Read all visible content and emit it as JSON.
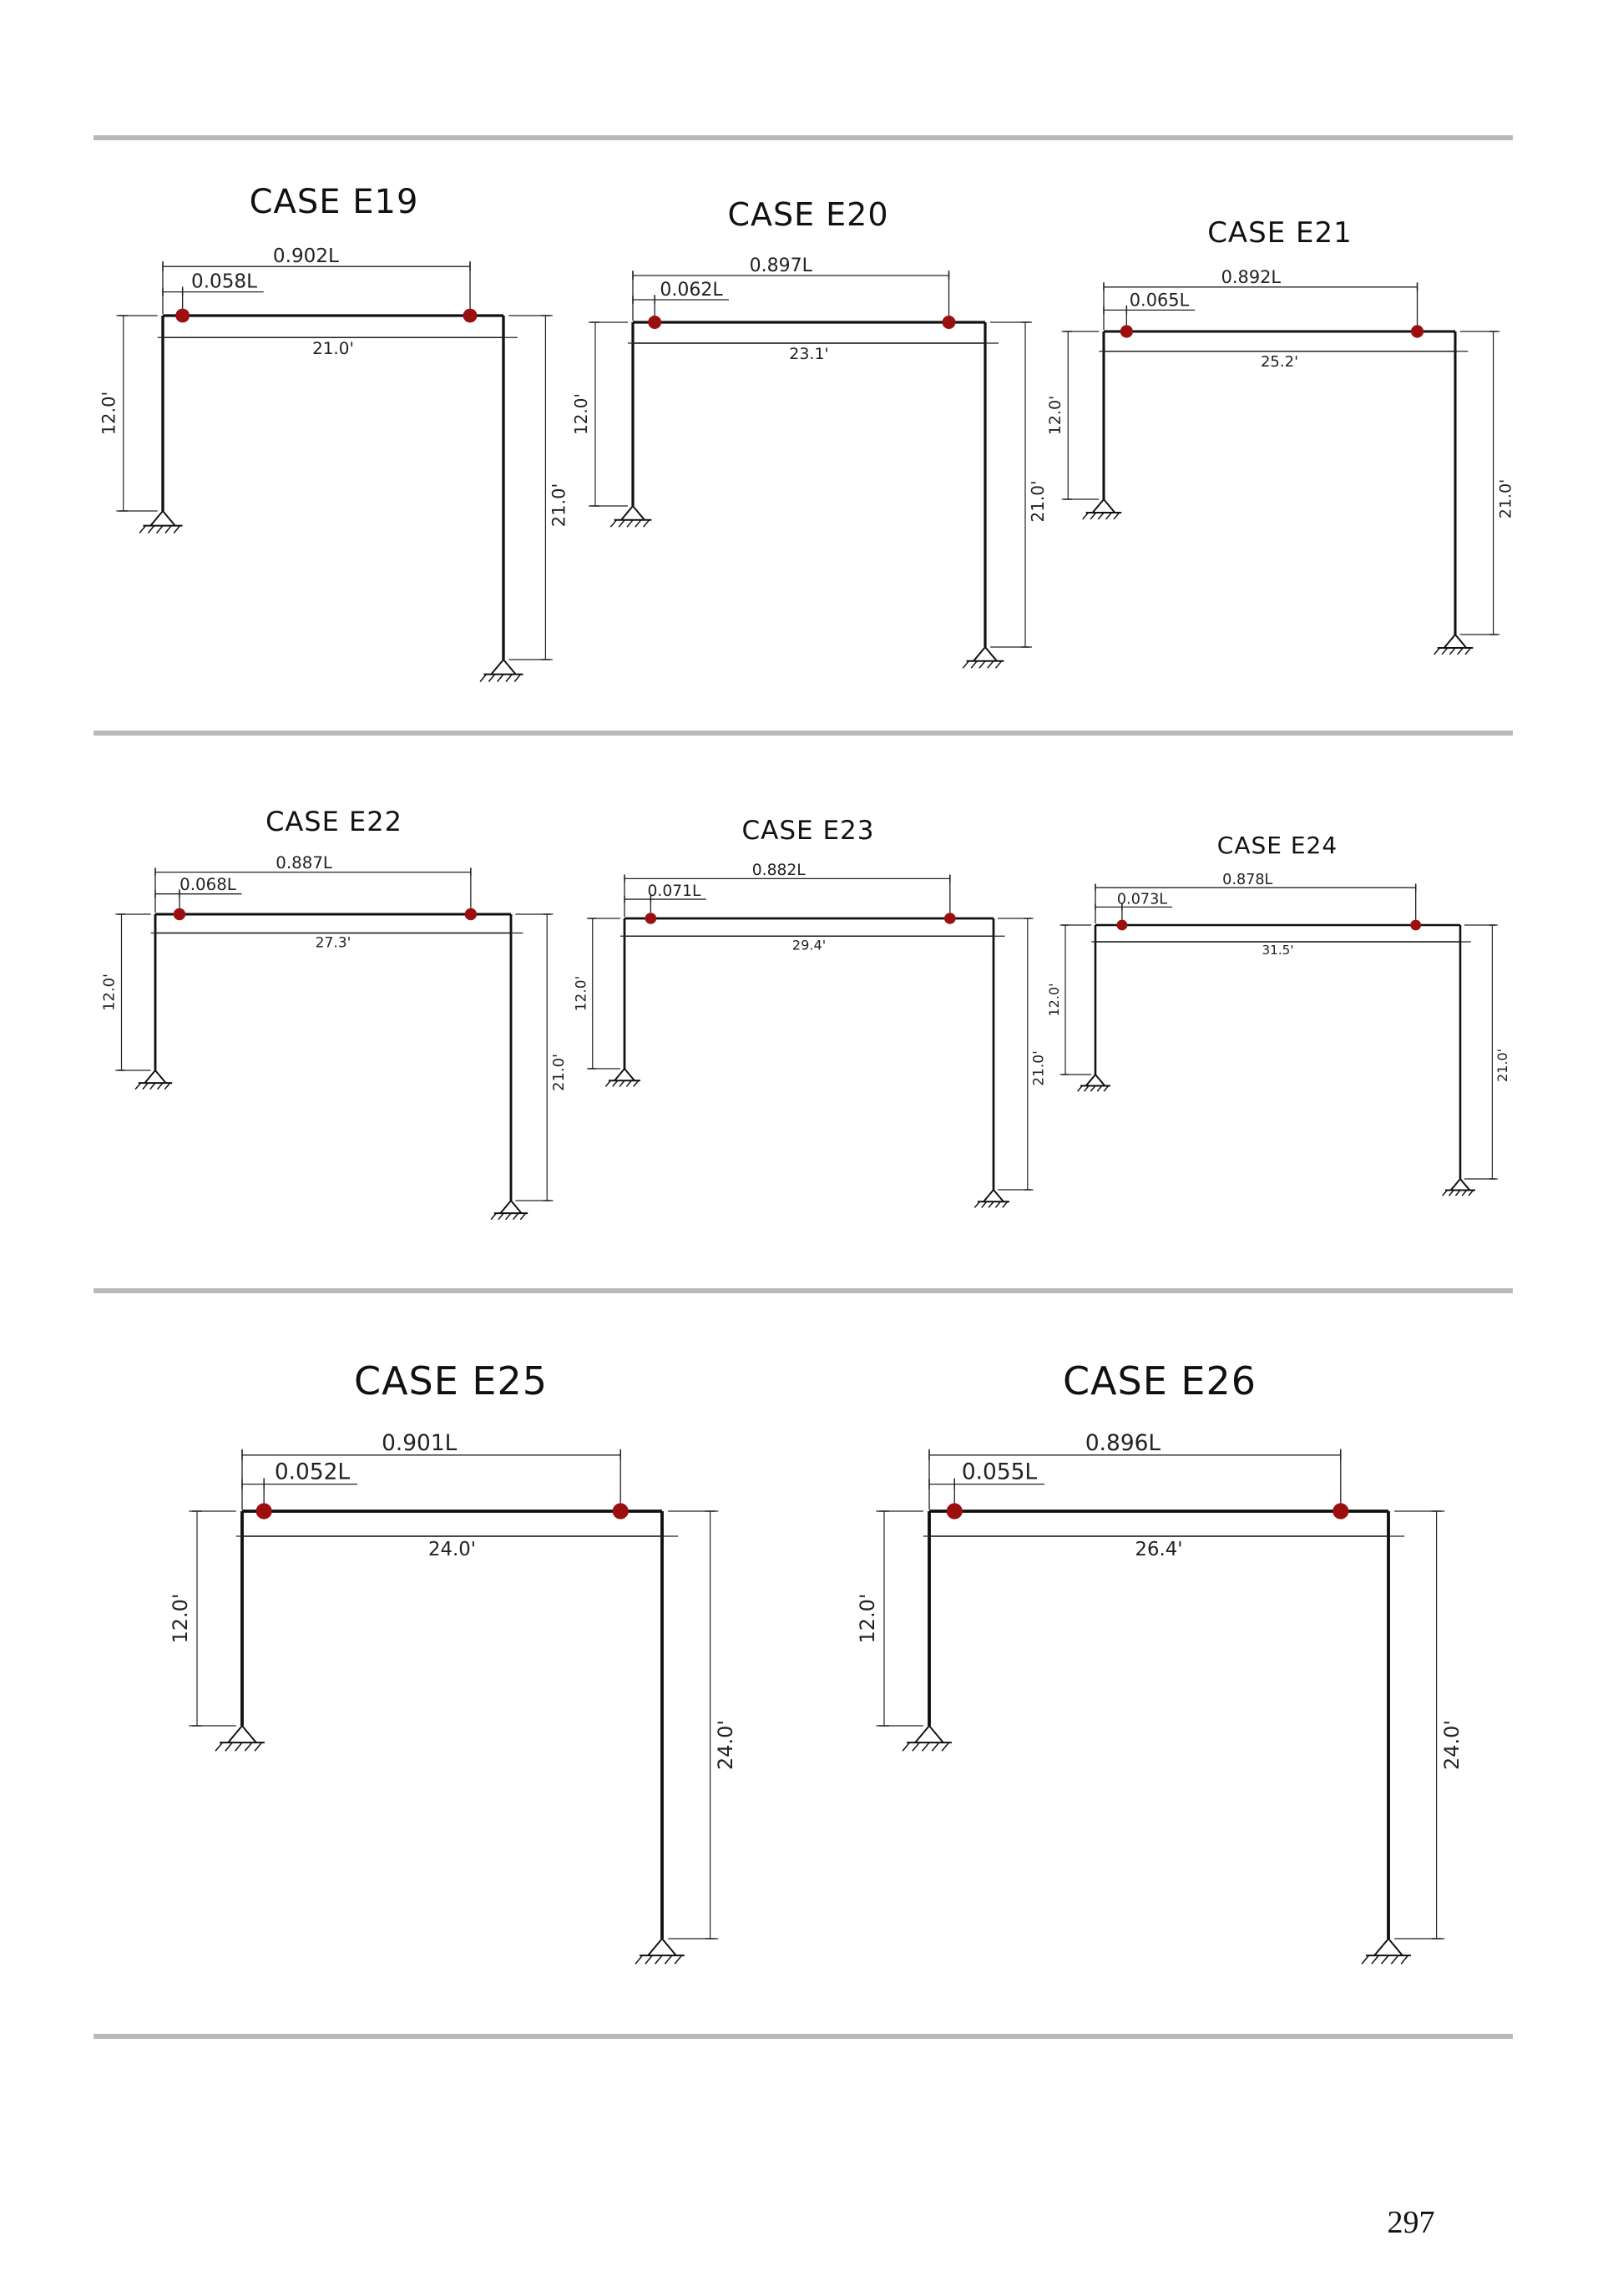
{
  "colors": {
    "rule": "#b9b9b9",
    "member": "#111111",
    "dimension": "#222222",
    "hinge": "#9b0f0f"
  },
  "page_number": "297",
  "cases": [
    {
      "title": "CASE E19",
      "left_hinge": "0.058L",
      "right_hinge": "0.902L",
      "span": "21.0'",
      "left_height": "12.0'",
      "right_height": "21.0'",
      "left_hinge_fraction": 0.058,
      "right_hinge_fraction": 0.902
    },
    {
      "title": "CASE E20",
      "left_hinge": "0.062L",
      "right_hinge": "0.897L",
      "span": "23.1'",
      "left_height": "12.0'",
      "right_height": "21.0'",
      "left_hinge_fraction": 0.062,
      "right_hinge_fraction": 0.897
    },
    {
      "title": "CASE E21",
      "left_hinge": "0.065L",
      "right_hinge": "0.892L",
      "span": "25.2'",
      "left_height": "12.0'",
      "right_height": "21.0'",
      "left_hinge_fraction": 0.065,
      "right_hinge_fraction": 0.892
    },
    {
      "title": "CASE E22",
      "left_hinge": "0.068L",
      "right_hinge": "0.887L",
      "span": "27.3'",
      "left_height": "12.0'",
      "right_height": "21.0'",
      "left_hinge_fraction": 0.068,
      "right_hinge_fraction": 0.887
    },
    {
      "title": "CASE E23",
      "left_hinge": "0.071L",
      "right_hinge": "0.882L",
      "span": "29.4'",
      "left_height": "12.0'",
      "right_height": "21.0'",
      "left_hinge_fraction": 0.071,
      "right_hinge_fraction": 0.882
    },
    {
      "title": "CASE E24",
      "left_hinge": "0.073L",
      "right_hinge": "0.878L",
      "span": "31.5'",
      "left_height": "12.0'",
      "right_height": "21.0'",
      "left_hinge_fraction": 0.073,
      "right_hinge_fraction": 0.878
    },
    {
      "title": "CASE E25",
      "left_hinge": "0.052L",
      "right_hinge": "0.901L",
      "span": "24.0'",
      "left_height": "12.0'",
      "right_height": "24.0'",
      "left_hinge_fraction": 0.052,
      "right_hinge_fraction": 0.901
    },
    {
      "title": "CASE E26",
      "left_hinge": "0.055L",
      "right_hinge": "0.896L",
      "span": "26.4'",
      "left_height": "12.0'",
      "right_height": "24.0'",
      "left_hinge_fraction": 0.055,
      "right_hinge_fraction": 0.896
    }
  ]
}
